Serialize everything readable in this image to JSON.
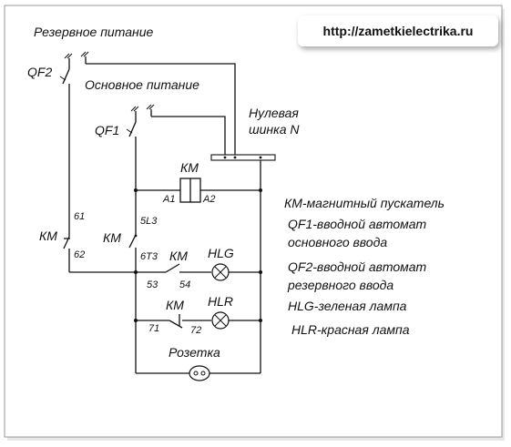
{
  "watermark_url": "http://zametkielectrika.ru",
  "labels": {
    "reserve_power": "Резервное питание",
    "main_power": "Основное питание",
    "qf2": "QF2",
    "qf1": "QF1",
    "neutral_bus_line1": "Нулевая",
    "neutral_bus_line2": "шинка N",
    "km_coil": "КМ",
    "a1": "A1",
    "a2": "A2",
    "km_left": "КМ",
    "t61": "61",
    "t62": "62",
    "km_mid": "КМ",
    "t5l3": "5L3",
    "t6t3": "6T3",
    "km_hlg": "КМ",
    "hlg": "HLG",
    "t53": "53",
    "t54": "54",
    "km_hlr": "КМ",
    "hlr": "HLR",
    "t71": "71",
    "t72": "72",
    "socket": "Розетка"
  },
  "legend": [
    "КМ-магнитный пускатель",
    "QF1-вводной автомат",
    "основного ввода",
    "QF2-вводной автомат",
    "резервного ввода",
    "HLG-зеленая лампа",
    "HLR-красная лампа"
  ]
}
